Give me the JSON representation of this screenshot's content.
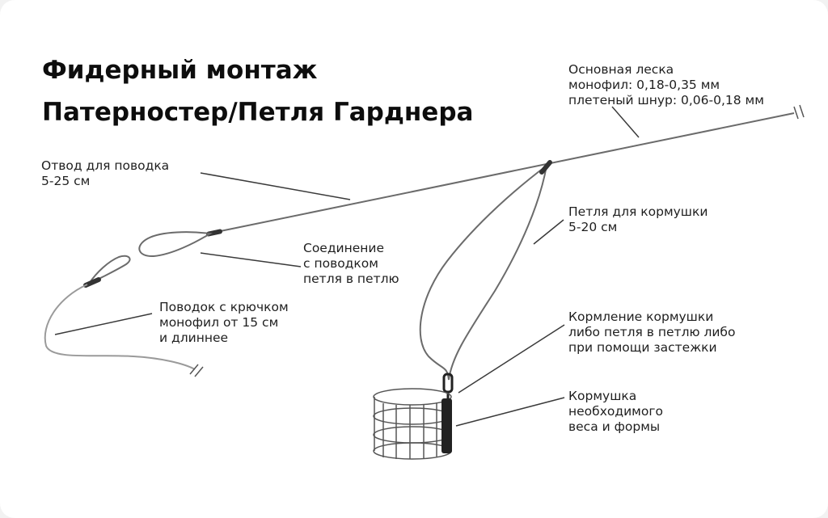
{
  "title": {
    "line1": "Фидерный монтаж",
    "line2": "Патерностер/Петля Гарднера"
  },
  "labels": {
    "main_line": {
      "line1": "Основная леска",
      "line2": "монофил: 0,18-0,35 мм",
      "line3": "плетеный шнур: 0,06-0,18 мм"
    },
    "leader_branch": {
      "line1": "Отвод для поводка",
      "line2": "5-25 см"
    },
    "feeder_loop": {
      "line1": "Петля для кормушки",
      "line2": "5-20 см"
    },
    "loop_connection": {
      "line1": "Соединение",
      "line2": "с поводком",
      "line3": "петля в петлю"
    },
    "hook_leader": {
      "line1": "Поводок с крючком",
      "line2": "монофил от 15 см",
      "line3": "и длиннее"
    },
    "feeder_attachment": {
      "line1": "Кормление кормушки",
      "line2": "либо петля в петлю либо",
      "line3": "при помощи застежки"
    },
    "feeder": {
      "line1": "Кормушка",
      "line2": "необходимого",
      "line3": "веса и формы"
    }
  },
  "colors": {
    "background": "#ffffff",
    "line": "#6b6b6b",
    "pointer": "#3a3a3a",
    "knot": "#333333",
    "text": "#1f1f1f"
  }
}
